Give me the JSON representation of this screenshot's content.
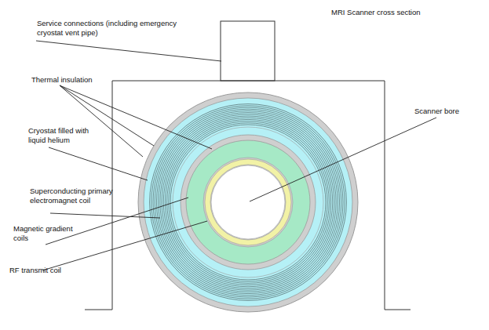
{
  "diagram": {
    "title": "MRI Scanner cross section",
    "labels": [
      "Service connections (including emergency cryostat vent pipe)",
      "Thermal insulation",
      "Cryostat filled with liquid helium",
      "Superconducting primary electromagnet coil",
      "Magnetic gradient coils",
      "RF transmit coil",
      "Scanner bore"
    ]
  }
}
